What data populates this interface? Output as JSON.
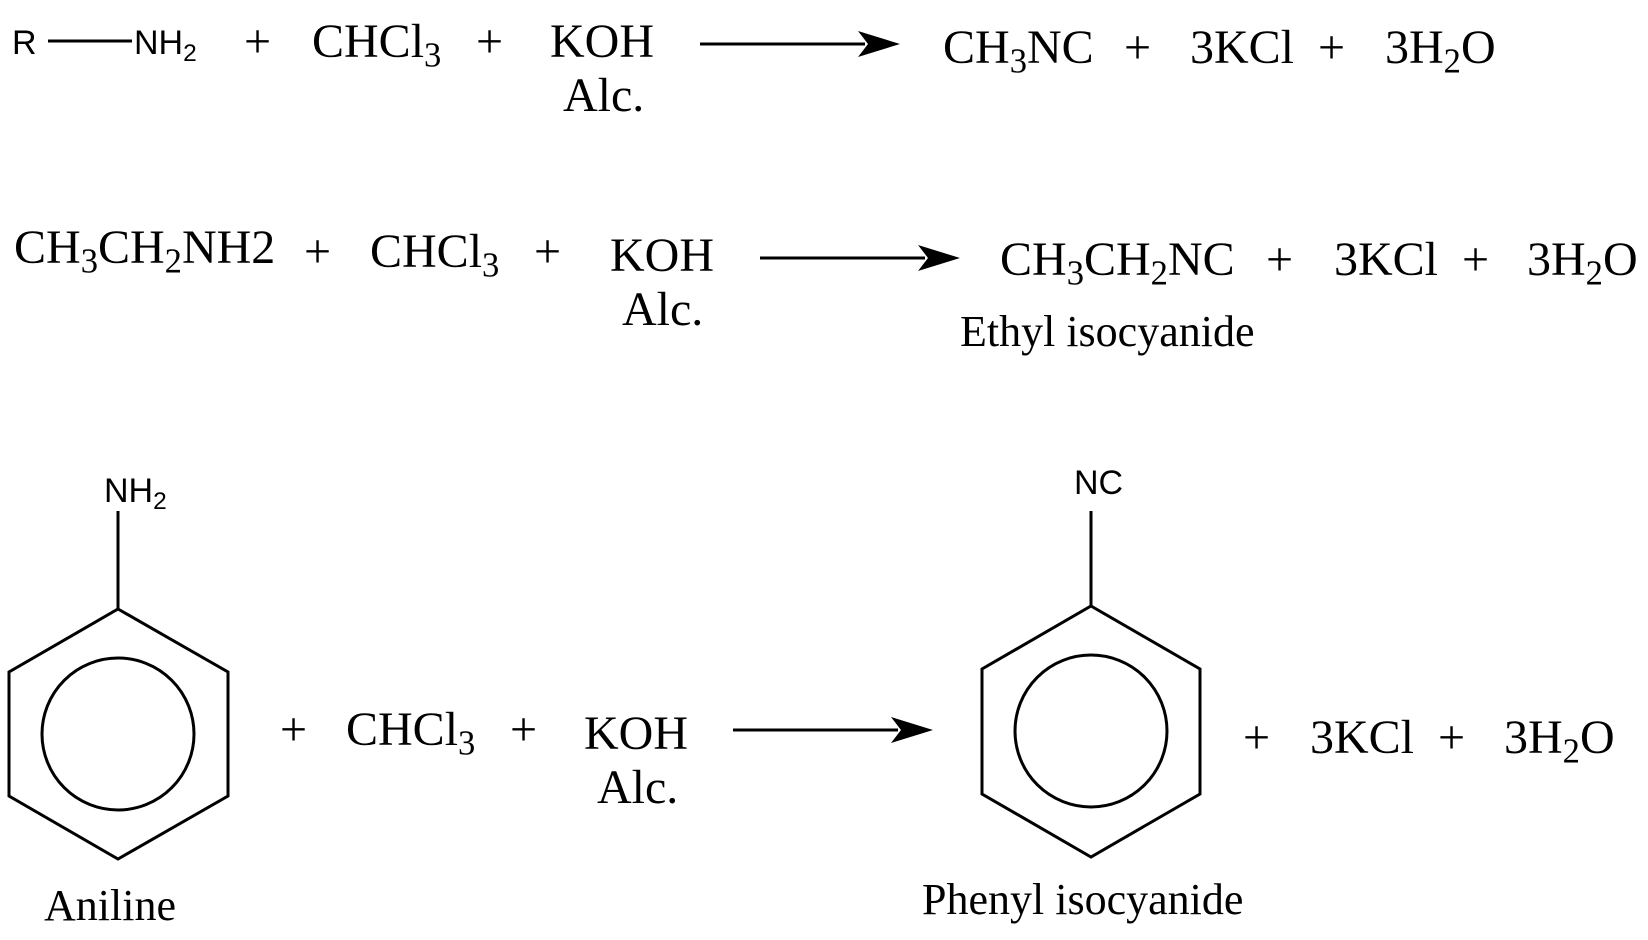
{
  "reaction1": {
    "r_group": "R",
    "amine": "NH",
    "amine_sub": "2",
    "plus1": "+",
    "chloroform": "CHCl",
    "chloroform_sub": "3",
    "plus2": "+",
    "base": "KOH",
    "base_condition": "Alc.",
    "product_pre": "CH",
    "product_sub": "3",
    "product_post": "NC",
    "plus3": "+",
    "kcl": "3KCl",
    "plus4": "+",
    "water_pre": "3H",
    "water_sub": "2",
    "water_post": "O"
  },
  "reaction2": {
    "reactant_a": "CH",
    "reactant_sub1": "3",
    "reactant_b": "CH",
    "reactant_sub2": "2",
    "reactant_c": "NH2",
    "plus1": "+",
    "chloroform": "CHCl",
    "chloroform_sub": "3",
    "plus2": "+",
    "base": "KOH",
    "base_condition": "Alc.",
    "product_a": "CH",
    "product_sub1": "3",
    "product_b": "CH",
    "product_sub2": "2",
    "product_c": "NC",
    "plus3": "+",
    "kcl": "3KCl",
    "plus4": "+",
    "water_pre": "3H",
    "water_sub": "2",
    "water_post": "O",
    "product_name": "Ethyl isocyanide"
  },
  "reaction3": {
    "reactant_group": "NH",
    "reactant_group_sub": "2",
    "reactant_name": "Aniline",
    "plus1": "+",
    "chloroform": "CHCl",
    "chloroform_sub": "3",
    "plus2": "+",
    "base": "KOH",
    "base_condition": "Alc.",
    "product_group": "NC",
    "product_name": "Phenyl isocyanide",
    "plus3": "+",
    "kcl": "3KCl",
    "plus4": "+",
    "water_pre": "3H",
    "water_sub": "2",
    "water_post": "O"
  }
}
